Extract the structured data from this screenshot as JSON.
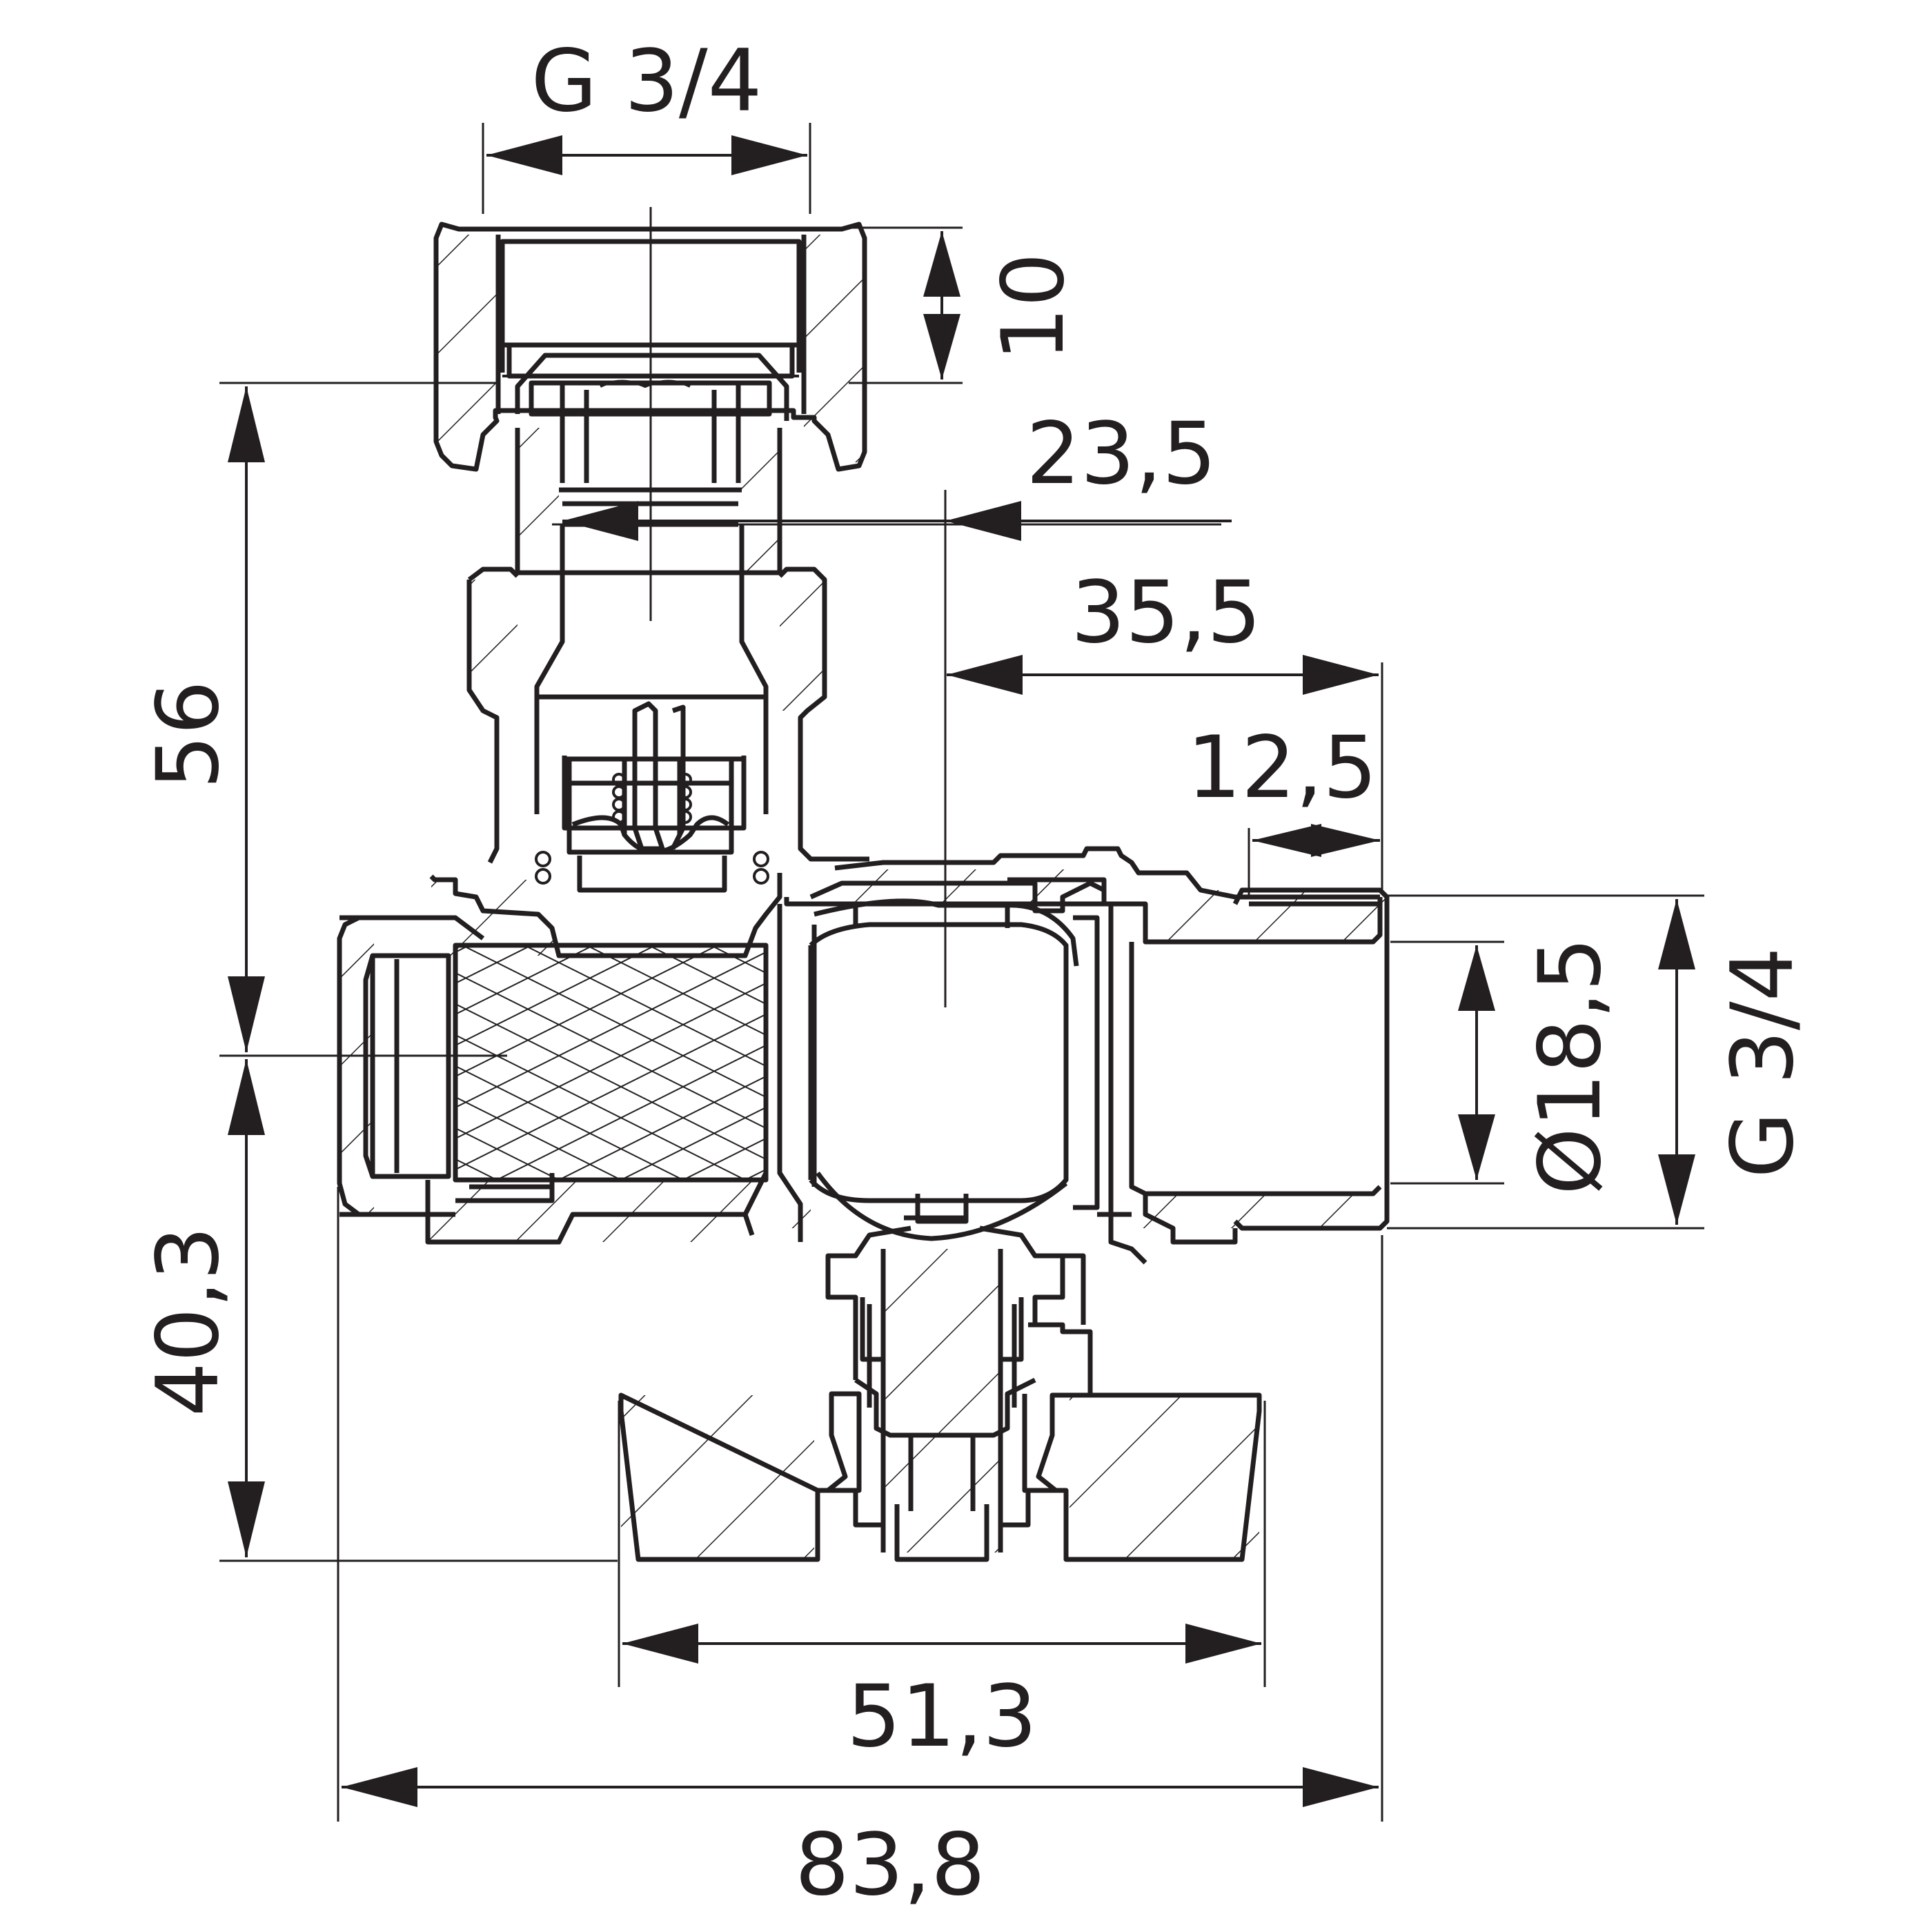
{
  "diagram": {
    "dimensions": {
      "top_thread": "G 3/4",
      "top_nut_height": "10",
      "bore_offset": "23,5",
      "center_to_outlet": "35,5",
      "outlet_thread_length": "12,5",
      "inner_diameter": "Ø18,5",
      "outlet_thread": "G 3/4",
      "upper_height": "56",
      "lower_height": "40,3",
      "handle_width": "51,3",
      "overall_length": "83,8"
    }
  }
}
